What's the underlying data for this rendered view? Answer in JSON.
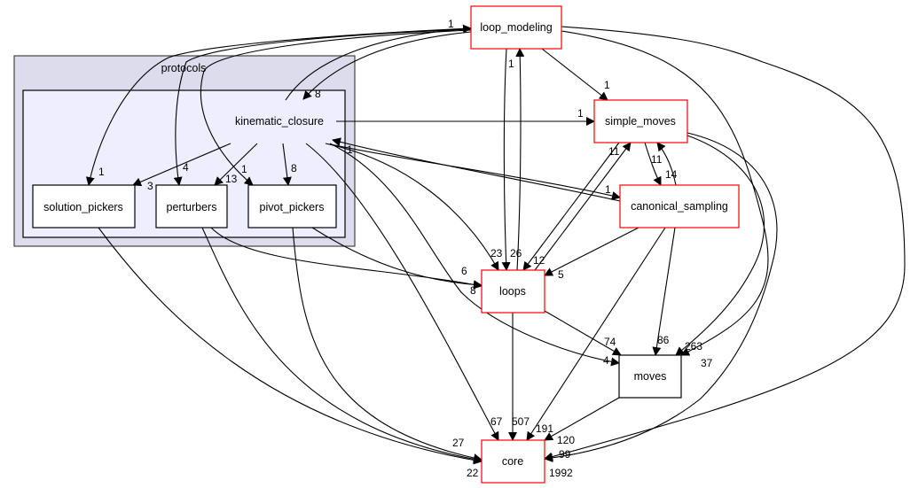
{
  "graph": {
    "clusters": {
      "protocols": {
        "label": "protocols",
        "fill": "#dcdcec",
        "stroke": "#444444"
      },
      "kinematic_closure": {
        "label": "kinematic_closure",
        "fill": "#eeeeff",
        "stroke": "#000000"
      }
    },
    "nodes": {
      "solution_pickers": "solution_pickers",
      "perturbers": "perturbers",
      "pivot_pickers": "pivot_pickers",
      "loop_modeling": "loop_modeling",
      "simple_moves": "simple_moves",
      "canonical_sampling": "canonical_sampling",
      "loops": "loops",
      "moves": "moves",
      "core": "core"
    },
    "colors": {
      "external_border": "#ff0000",
      "internal_border": "#000000"
    },
    "edge_labels": [
      "1",
      "8",
      "1",
      "4",
      "3",
      "13",
      "1",
      "8",
      "1",
      "1",
      "1",
      "1",
      "11",
      "11",
      "14",
      "1",
      "23",
      "26",
      "12",
      "6",
      "8",
      "5",
      "74",
      "86",
      "263",
      "37",
      "4",
      "67",
      "507",
      "191",
      "120",
      "27",
      "22",
      "1992",
      "99"
    ]
  }
}
